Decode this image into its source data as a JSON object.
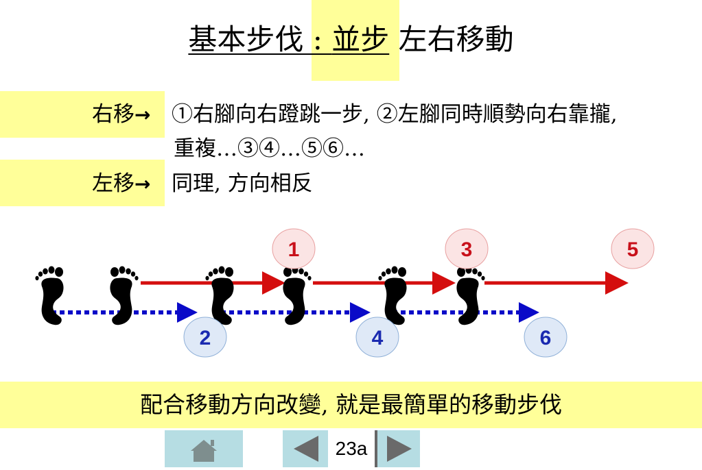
{
  "title": {
    "part1": "基本步伐 : ",
    "part2": "並步",
    "part3": " 左右移動"
  },
  "instructions": [
    {
      "label": "右移",
      "arrow": "→",
      "text": "①右腳向右蹬跳一步, ②左腳同時順勢向右靠攏,",
      "text2": "重複…③④…⑤⑥…"
    },
    {
      "label": "左移",
      "arrow": "→",
      "text": "同理, 方向相反"
    }
  ],
  "diagram": {
    "step_labels": [
      "1",
      "2",
      "3",
      "4",
      "5",
      "6"
    ],
    "colors": {
      "right_foot_arrow": "#d40e0e",
      "left_foot_arrow": "#0a0ac8",
      "label_odd_text": "#c8101a",
      "label_even_text": "#1a2ab0",
      "label_odd_bg": "#fbe4e4",
      "label_even_bg": "#dfe9f7"
    }
  },
  "footer": {
    "text": "配合移動方向改變, 就是最簡單的移動步伐"
  },
  "nav": {
    "home_icon": "home-icon",
    "prev_icon": "triangle-left-icon",
    "next_icon": "triangle-right-icon",
    "page": "23a"
  }
}
